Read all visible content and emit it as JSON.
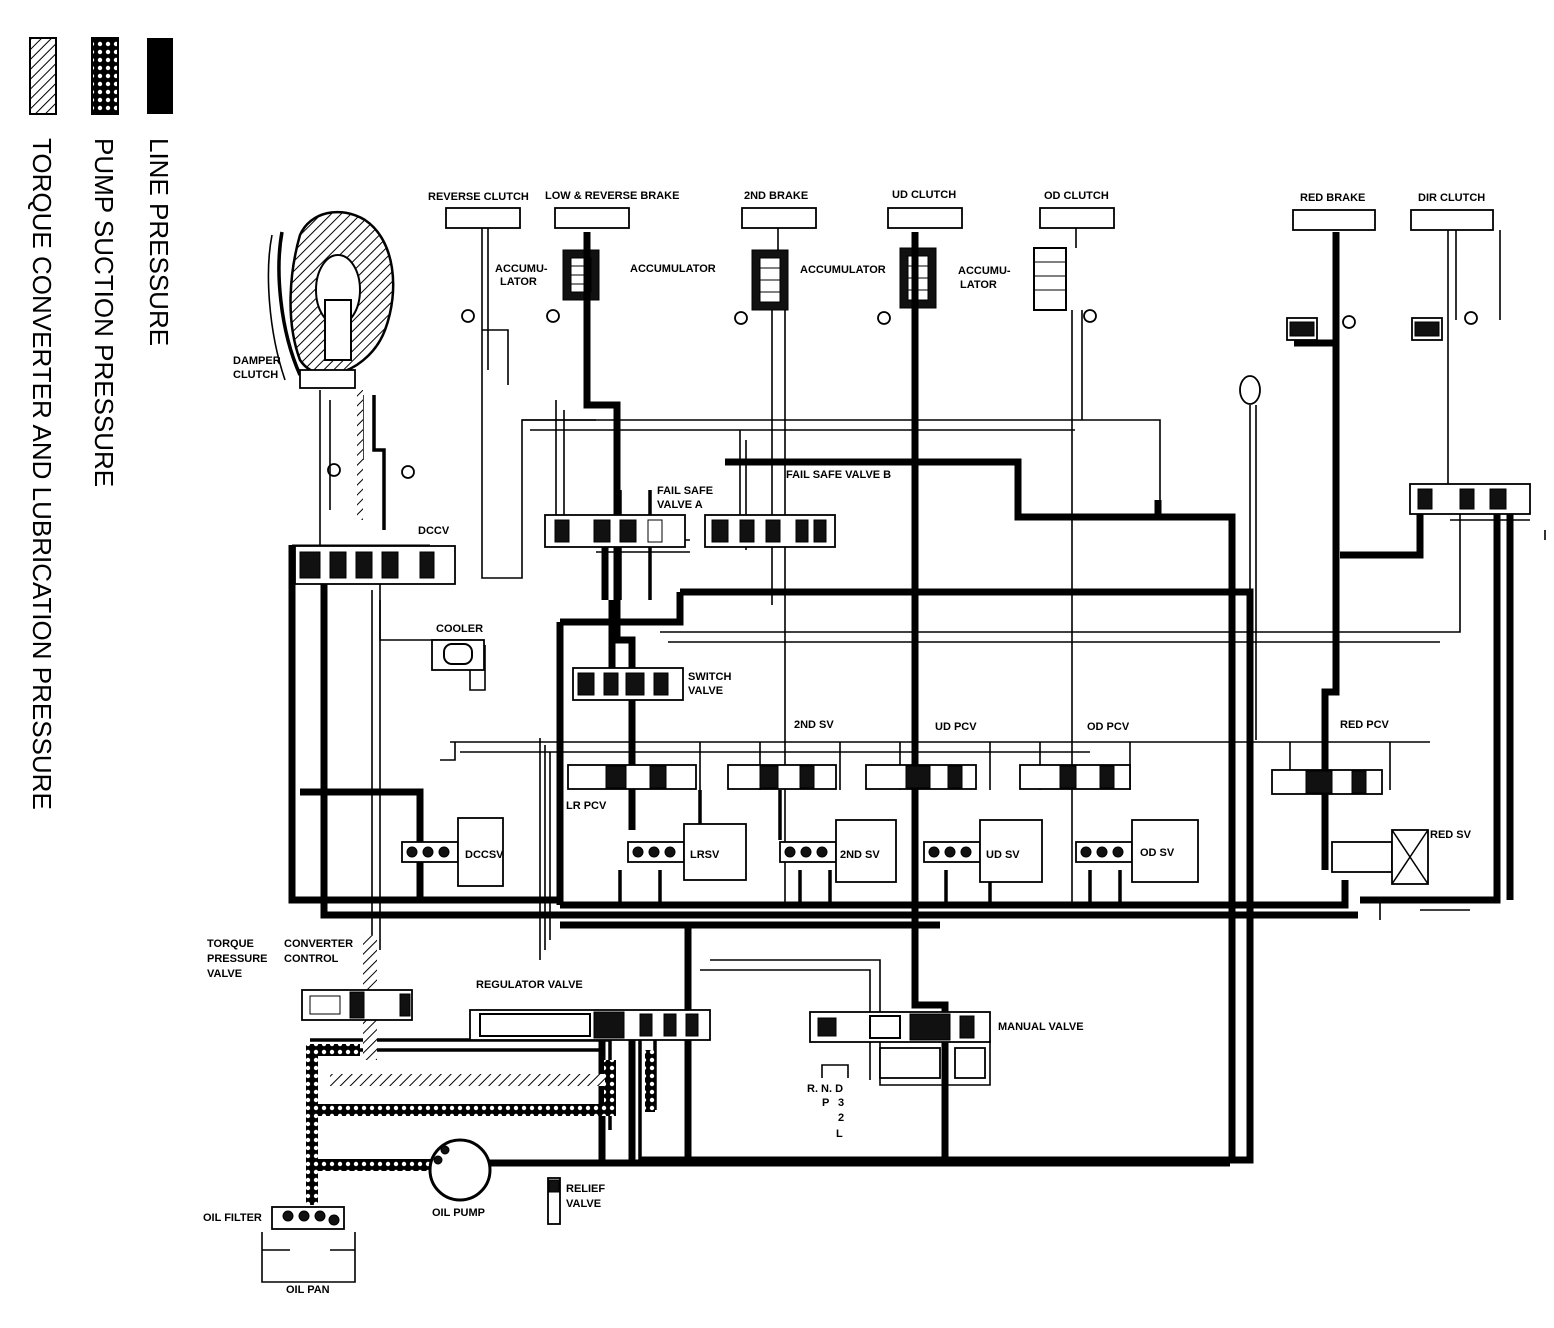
{
  "legend": [
    {
      "key": "line",
      "text": "LINE PRESSURE"
    },
    {
      "key": "suction",
      "text": "PUMP SUCTION PRESSURE"
    },
    {
      "key": "torque",
      "text": "TORQUE CONVERTER AND LUBRICATION PRESSURE"
    }
  ],
  "labels": {
    "reverse_clutch": "REVERSE CLUTCH",
    "low_reverse_brake": "LOW &  REVERSE BRAKE",
    "second_brake": "2ND BRAKE",
    "ud_clutch": "UD CLUTCH",
    "od_clutch": "OD CLUTCH",
    "red_brake": "RED BRAKE",
    "dir_clutch": "DIR CLUTCH",
    "accum1_line1": "ACCUMU-",
    "accum1_line2": "LATOR",
    "accumulator2": "ACCUMULATOR",
    "accumulator3": "ACCUMULATOR",
    "accum4_line1": "ACCUMU-",
    "accum4_line2": "LATOR",
    "damper_line1": "DAMPER",
    "damper_line2": "CLUTCH",
    "fail_safe_a_line1": "FAIL SAFE",
    "fail_safe_a_line2": "VALVE A",
    "fail_safe_b": "FAIL SAFE VALVE B",
    "dccv": "DCCV",
    "cooler": "COOLER",
    "switch_line1": "SWITCH",
    "switch_line2": "VALVE",
    "second_sv_top": "2ND SV",
    "ud_pcv": "UD PCV",
    "od_pcv": "OD PCV",
    "red_pcv": "RED PCV",
    "lr_pcv": "LR PCV",
    "dccsv": "DCCSV",
    "lrsv": "LRSV",
    "second_sv": "2ND SV",
    "ud_sv": "UD SV",
    "od_sv": "OD SV",
    "red_sv": "RED SV",
    "torque_line1": "TORQUE",
    "torque_line2": "PRESSURE",
    "torque_line3": "VALVE",
    "converter_line1": "CONVERTER",
    "converter_line2": "CONTROL",
    "regulator": "REGULATOR VALVE",
    "manual": "MANUAL VALVE",
    "gear_row1": "R. N. D",
    "gear_p": "P",
    "gear_3": "3",
    "gear_2": "2",
    "gear_l": "L",
    "relief_line1": "RELIEF",
    "relief_line2": "VALVE",
    "oil_filter": "OIL FILTER",
    "oil_pump": "OIL PUMP",
    "oil_pan": "OIL PAN"
  },
  "icons": [
    "clutch-block-icon",
    "accumulator-icon",
    "orifice-icon",
    "solenoid-valve-icon",
    "spool-valve-icon",
    "pump-icon",
    "filter-icon",
    "torque-converter-icon"
  ]
}
